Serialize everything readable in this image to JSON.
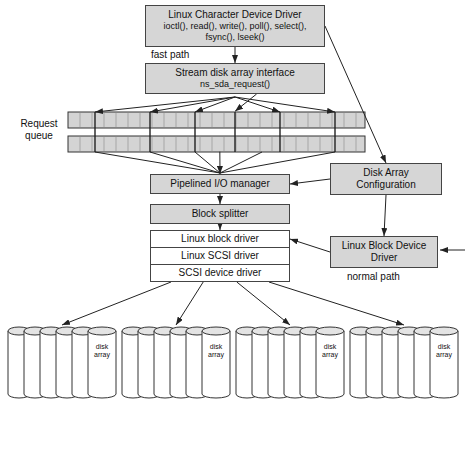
{
  "diagram": {
    "nodes": [
      {
        "text": [
          "Linux Character Device Driver",
          "ioctl(), read(), write(), poll(), select(), fsync(), lseek()"
        ]
      },
      {
        "text": [
          "Stream disk array interface",
          "ns_sda_request()"
        ]
      },
      {
        "text": [
          "Request queue"
        ]
      },
      {
        "text": [
          "Pipelined I/O manager"
        ]
      },
      {
        "text": [
          "Disk Array Configuration"
        ]
      },
      {
        "text": [
          "Block splitter"
        ]
      },
      {
        "text": [
          "Linux block driver"
        ]
      },
      {
        "text": [
          "Linux SCSI driver"
        ]
      },
      {
        "text": [
          "SCSI device driver"
        ]
      },
      {
        "text": [
          "Linux Block Device Driver"
        ]
      },
      {
        "text": [
          "disk array"
        ]
      },
      {
        "text": [
          "disk array"
        ]
      },
      {
        "text": [
          "disk array"
        ]
      },
      {
        "text": [
          "disk array"
        ]
      }
    ],
    "edges": [
      {
        "from": 0,
        "to": 1,
        "arrow": "to",
        "label": "fast path"
      },
      {
        "from": 0,
        "to": 4,
        "arrow": "to"
      },
      {
        "from": 1,
        "to": 2,
        "arrow": "to"
      },
      {
        "from": 2,
        "to": 3,
        "arrow": "to"
      },
      {
        "from": 4,
        "to": 3,
        "arrow": "to"
      },
      {
        "from": 4,
        "to": 9,
        "arrow": "to"
      },
      {
        "from": 3,
        "to": 5,
        "arrow": "to"
      },
      {
        "from": 5,
        "to": 6,
        "arrow": "to"
      },
      {
        "from": 9,
        "to": 6,
        "arrow": "to"
      },
      {
        "from": 8,
        "to": 10,
        "arrow": "to"
      },
      {
        "from": 8,
        "to": 11,
        "arrow": "to"
      },
      {
        "from": 8,
        "to": 12,
        "arrow": "to"
      },
      {
        "from": 8,
        "to": 13,
        "arrow": "to"
      }
    ],
    "labels": [
      "normal path"
    ]
  }
}
